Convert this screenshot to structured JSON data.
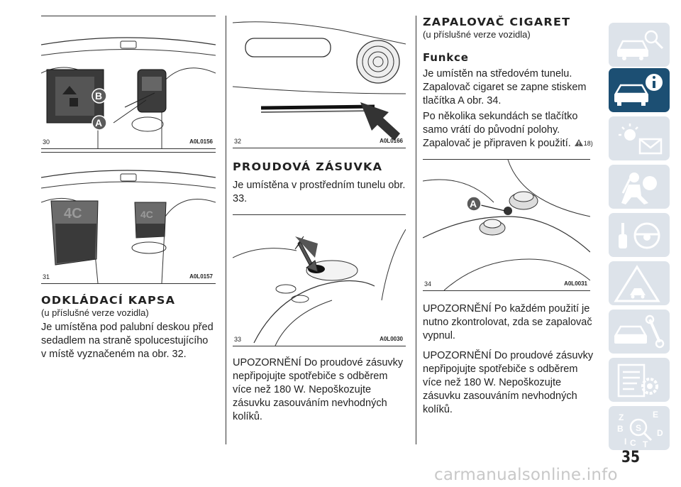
{
  "figures": [
    {
      "number": "30",
      "code": "A0L0156",
      "labels": [
        "B",
        "A"
      ]
    },
    {
      "number": "31",
      "code": "A0L0157",
      "labels": [
        "4C",
        "4C"
      ]
    },
    {
      "number": "32",
      "code": "A0L0166",
      "labels": []
    },
    {
      "number": "33",
      "code": "A0L0030",
      "labels": []
    },
    {
      "number": "34",
      "code": "A0L0031",
      "labels": [
        "A"
      ]
    }
  ],
  "col1": {
    "heading": "ODKLÁDACÍ KAPSA",
    "subheading": "(u příslušné verze vozidla)",
    "body": "Je umístěna pod palubní deskou před sedadlem na straně spolucestujícího v místě vyznačeném na obr. 32."
  },
  "col2": {
    "heading": "PROUDOVÁ ZÁSUVKA",
    "body": "Je umístěna v prostředním tunelu obr. 33.",
    "warning": "UPOZORNĚNÍ Do proudové zásuvky nepřipojujte spotřebiče s odběrem více než 180 W. Nepoškozujte zásuvku zasouváním nevhodných kolíků."
  },
  "col3": {
    "heading": "ZAPALOVAČ CIGARET",
    "subheading": "(u příslušné verze vozidla)",
    "subsection": "Funkce",
    "p1": "Je umístěn na středovém tunelu. Zapalovač cigaret se zapne stiskem tlačítka A obr. 34.",
    "p2": "Po několika sekundách se tlačítko samo vrátí do původní polohy. Zapalovač je připraven k použití.",
    "p2_ref": "18)",
    "warning1": "UPOZORNĚNÍ Po každém použití je nutno zkontrolovat, zda se zapalovač vypnul.",
    "warning2": "UPOZORNĚNÍ Do proudové zásuvky nepřipojujte spotřebiče s odběrem více než 180 W. Nepoškozujte zásuvku zasouváním nevhodných kolíků."
  },
  "sidebar_tabs": [
    {
      "icon": "car-search-icon",
      "active": false
    },
    {
      "icon": "car-info-icon",
      "active": true
    },
    {
      "icon": "warning-light-icon",
      "active": false
    },
    {
      "icon": "airbag-person-icon",
      "active": false
    },
    {
      "icon": "key-steering-wheel-icon",
      "active": false
    },
    {
      "icon": "road-warning-icon",
      "active": false
    },
    {
      "icon": "car-wrench-icon",
      "active": false
    },
    {
      "icon": "specs-list-gear-icon",
      "active": false
    },
    {
      "icon": "alphabet-index-icon",
      "active": false
    }
  ],
  "colors": {
    "active_tab": "#1c4f73",
    "inactive_tab": "#dde3ea",
    "icon_light": "#ffffff",
    "icon_muted": "#ffffff"
  },
  "page_number": "35",
  "watermark": "carmanualsonline.info"
}
